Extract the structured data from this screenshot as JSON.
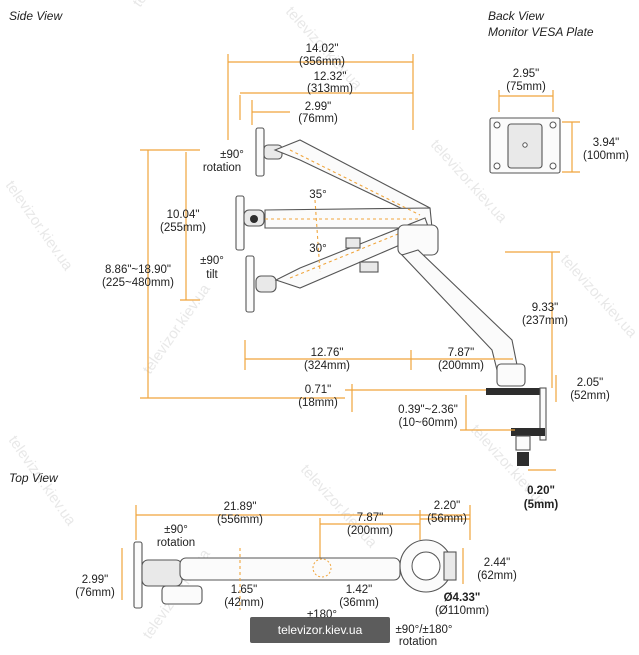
{
  "sections": {
    "side": "Side View",
    "back_line1": "Back View",
    "back_line2": "Monitor VESA Plate",
    "top": "Top View"
  },
  "side_dims": {
    "total_depth": [
      "14.02\"",
      "(356mm)"
    ],
    "arm_depth": [
      "12.32\"",
      "(313mm)"
    ],
    "head_depth": [
      "2.99\"",
      "(76mm)"
    ],
    "rotation": [
      "±90°",
      "rotation"
    ],
    "tilt": [
      "±90°",
      "tilt"
    ],
    "tilt_range": [
      "10.04\"",
      "(255mm)"
    ],
    "height_range": [
      "8.86\"~18.90\"",
      "(225~480mm)"
    ],
    "angle_up": "35°",
    "angle_down": "30°",
    "lower_reach": [
      "12.76\"",
      "(324mm)"
    ],
    "base_reach": [
      "7.87\"",
      "(200mm)"
    ],
    "pole_height": [
      "9.33\"",
      "(237mm)"
    ],
    "clamp_height": [
      "2.05\"",
      "(52mm)"
    ],
    "clamp_top": [
      "0.71\"",
      "(18mm)"
    ],
    "desk_thickness": [
      "0.39\"~2.36\"",
      "(10~60mm)"
    ],
    "clamp_width": [
      "0.20\"",
      "(5mm)"
    ]
  },
  "vesa": {
    "width": [
      "2.95\"",
      "(75mm)"
    ],
    "height": [
      "3.94\"",
      "(100mm)"
    ]
  },
  "top_dims": {
    "total_reach": [
      "21.89\"",
      "(556mm)"
    ],
    "rotation": [
      "±90°",
      "rotation"
    ],
    "mid_reach": [
      "7.87\"",
      "(200mm)"
    ],
    "base_dia_w": [
      "2.20\"",
      "(56mm)"
    ],
    "head_width": [
      "2.99\"",
      "(76mm)"
    ],
    "arm_width": [
      "1.65\"",
      "(42mm)"
    ],
    "joint_width": [
      "1.42\"",
      "(36mm)"
    ],
    "joint_rot": "±180°",
    "base_height": [
      "2.44\"",
      "(62mm)"
    ],
    "base_diameter": [
      "Ø4.33\"",
      "(Ø110mm)"
    ],
    "base_rot": [
      "±90°/±180°",
      "rotation"
    ]
  },
  "watermark": "televizor.kiev.ua",
  "badge": "televizor.kiev.ua"
}
